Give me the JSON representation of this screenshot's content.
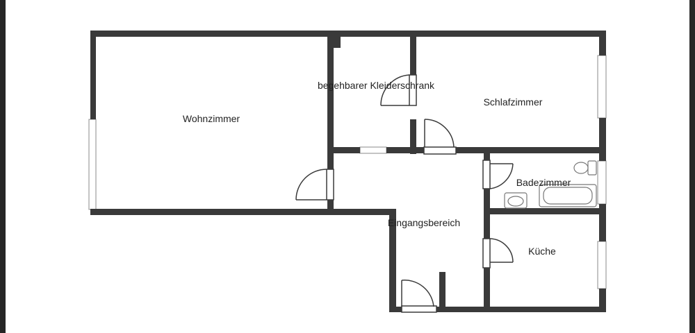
{
  "plan": {
    "colors": {
      "wall": "#3a3a3a",
      "background": "#ffffff",
      "frame": "#262626",
      "fixture_stroke": "#777777"
    },
    "rooms": {
      "living": "Wohnzimmer",
      "walk_in_closet": "begehbarer Kleiderschrank",
      "bedroom": "Schlafzimmer",
      "bathroom": "Badezimmer",
      "entrance": "Eingangsbereich",
      "kitchen": "Küche"
    }
  }
}
